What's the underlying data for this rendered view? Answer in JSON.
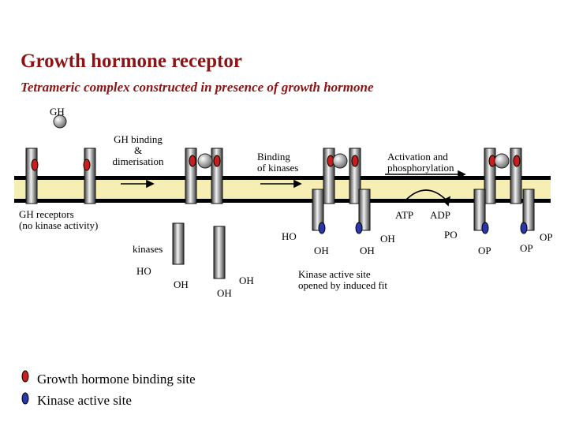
{
  "title": "Growth hormone receptor",
  "subtitle": "Tetrameric complex constructed in presence of growth hormone",
  "labels": {
    "gh": "GH",
    "gh_binding_line1": "GH binding",
    "gh_binding_line2": "&",
    "gh_binding_line3": "dimerisation",
    "binding_kinases_line1": "Binding",
    "binding_kinases_line2": "of kinases",
    "activation_line1": "Activation and",
    "activation_line2": "phosphorylation",
    "receptors_line1": "GH receptors",
    "receptors_line2": "(no kinase activity)",
    "kinases": "kinases",
    "atp": "ATP",
    "adp": "ADP",
    "ho": "HO",
    "oh": "OH",
    "po": "PO",
    "op": "OP",
    "active_site_line1": "Kinase active site",
    "active_site_line2": "opened by induced fit"
  },
  "legend": {
    "binding_site": "Growth hormone binding site",
    "kinase_site": "Kinase active site"
  },
  "colors": {
    "title": "#8b1414",
    "membrane": "#f6efb4",
    "binding_site": "#c81e1e",
    "kinase_site": "#2838a8"
  }
}
